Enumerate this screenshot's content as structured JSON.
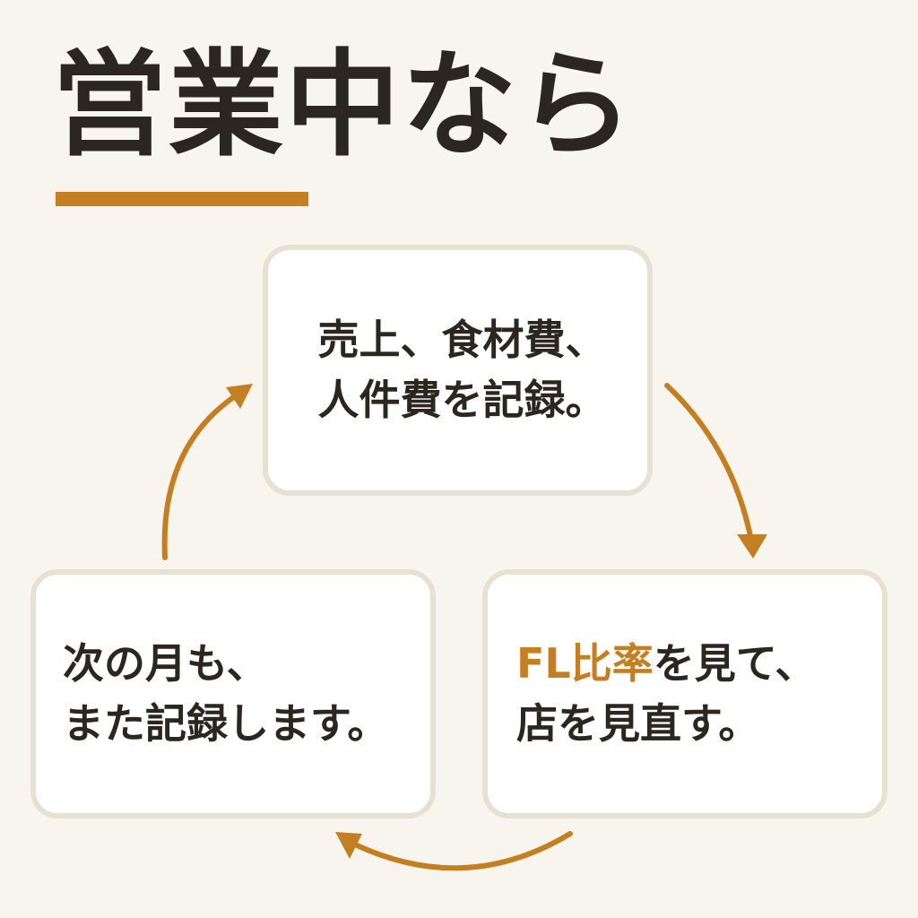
{
  "title": "営業中なら",
  "colors": {
    "background": "#f8f5ef",
    "text": "#2b2620",
    "accent": "#c47f22",
    "card_border": "#e7e1d3"
  },
  "steps": [
    {
      "lines": [
        "売上、食材費、",
        "人件費を記録。"
      ]
    },
    {
      "line1_accent": "FL比率",
      "line1_rest": "を見て、",
      "line2": "店を見直す。"
    },
    {
      "lines": [
        "次の月も、",
        "また記録します。"
      ]
    }
  ],
  "arrows": [
    "arrow-top-to-right",
    "arrow-right-to-left",
    "arrow-left-to-top"
  ]
}
